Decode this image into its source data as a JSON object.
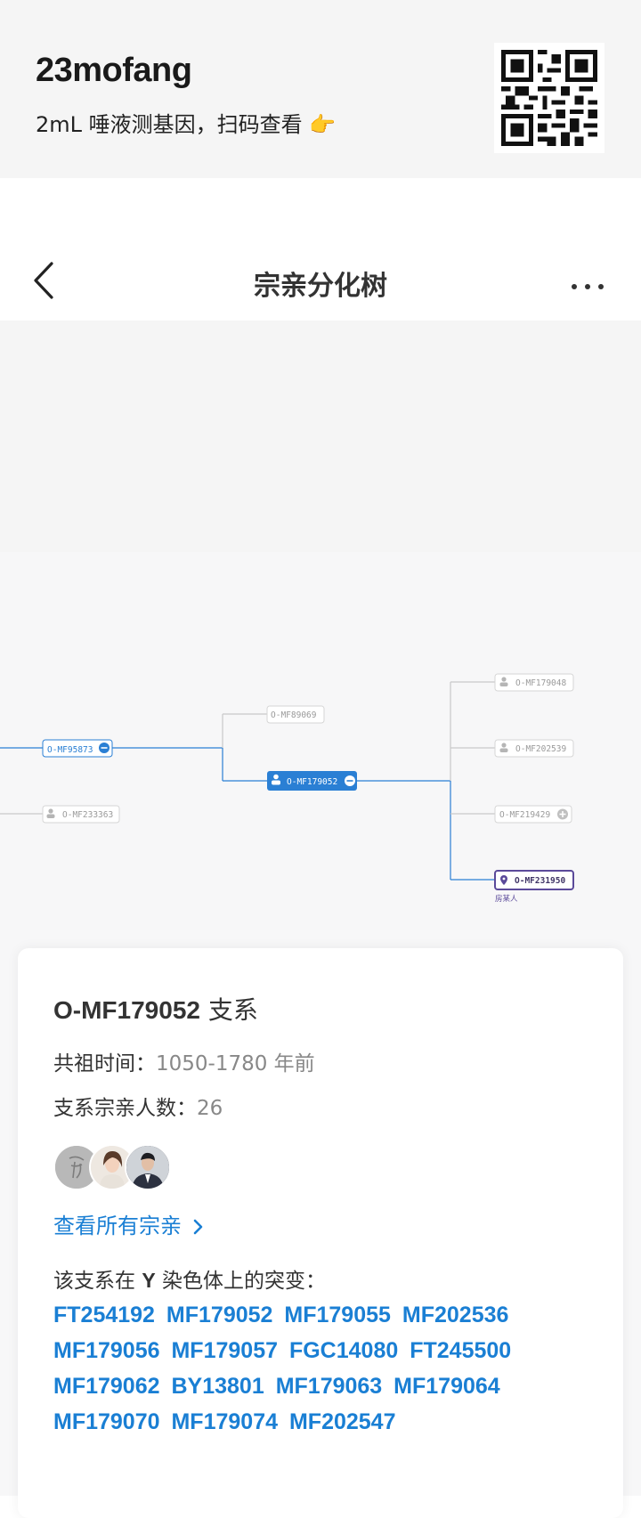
{
  "banner": {
    "brand": "23mofang",
    "tagline": "2mL 唾液测基因，扫码查看 👉"
  },
  "header": {
    "title": "宗亲分化树"
  },
  "tree": {
    "nodes": {
      "mf95873": "O-MF95873",
      "mf233363": "O-MF233363",
      "mf89069": "O-MF89069",
      "mf179052": "O-MF179052",
      "mf179048": "O-MF179048",
      "mf202539": "O-MF202539",
      "mf219429": "O-MF219429",
      "mf231950": "O-MF231950"
    },
    "you_label": "房某人",
    "colors": {
      "accent": "#2a7fd4",
      "you": "#5b4a9a",
      "line": "#c9c9c9",
      "node_text": "#9a9a9a"
    }
  },
  "card": {
    "title_code": "O-MF179052",
    "title_suffix": "支系",
    "ancestor_label": "共祖时间：",
    "ancestor_value": "1050-1780 年前",
    "count_label": "支系宗亲人数：",
    "count_value": "26",
    "view_all": "查看所有宗亲",
    "mutations_label_pre": "该支系在",
    "mutations_label_y": "Y",
    "mutations_label_post": "染色体上的突变：",
    "mutations": [
      "FT254192",
      "MF179052",
      "MF179055",
      "MF202536",
      "MF179056",
      "MF179057",
      "FGC14080",
      "FT245500",
      "MF179062",
      "BY13801",
      "MF179063",
      "MF179064",
      "MF179070",
      "MF179074",
      "MF202547"
    ]
  }
}
